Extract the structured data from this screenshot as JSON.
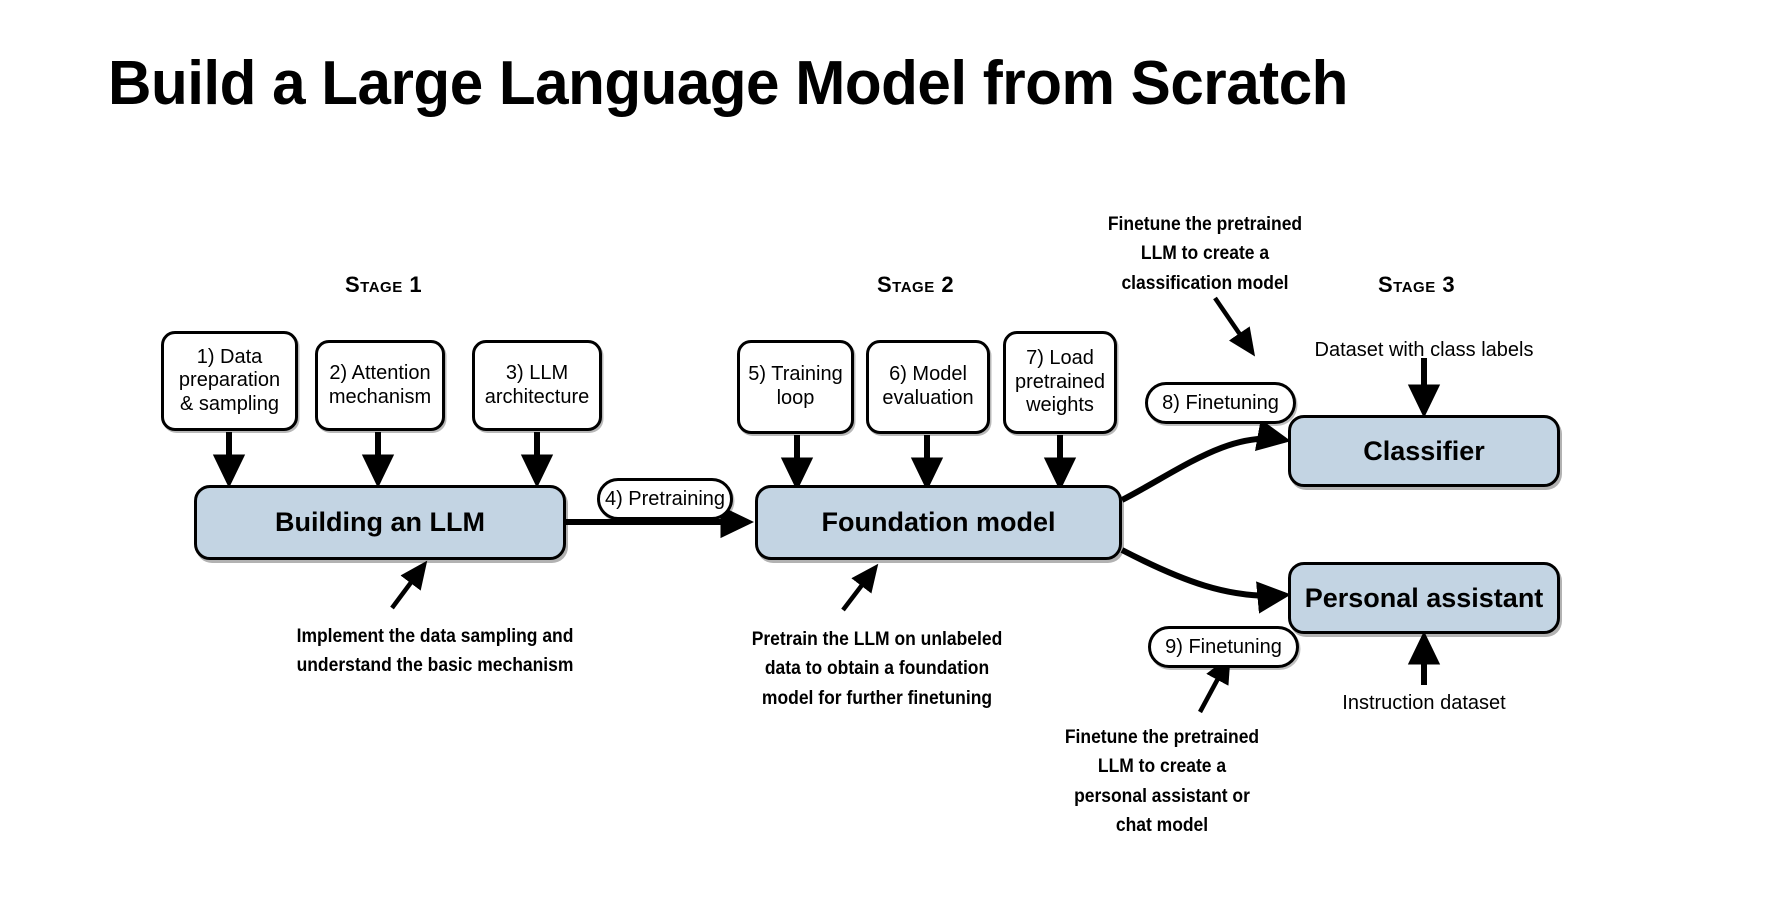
{
  "title": "Build a Large Language Model from Scratch",
  "stages": [
    {
      "key": "stage1",
      "label": "Stage 1"
    },
    {
      "key": "stage2",
      "label": "Stage 2"
    },
    {
      "key": "stage3",
      "label": "Stage 3"
    }
  ],
  "stage1": {
    "steps": [
      {
        "id": "step-1",
        "label": "1) Data preparation & sampling"
      },
      {
        "id": "step-2",
        "label": "2) Attention mechanism"
      },
      {
        "id": "step-3",
        "label": "3) LLM architecture"
      }
    ],
    "outcome": "Building an LLM",
    "note": "Implement the data sampling and understand the basic mechanism"
  },
  "stage2": {
    "steps": [
      {
        "id": "step-5",
        "label": "5) Training loop"
      },
      {
        "id": "step-6",
        "label": "6) Model evaluation"
      },
      {
        "id": "step-7",
        "label": "7) Load pretrained weights"
      }
    ],
    "transition": "4) Pretraining",
    "outcome": "Foundation model",
    "note": "Pretrain the LLM on unlabeled data to obtain a foundation model for further finetuning"
  },
  "stage3": {
    "classifier": {
      "pill": "8) Finetuning",
      "outcome": "Classifier",
      "input_caption": "Dataset with class labels",
      "note": "Finetune the pretrained LLM to create a classification model"
    },
    "assistant": {
      "pill": "9) Finetuning",
      "outcome": "Personal assistant",
      "input_caption": "Instruction dataset",
      "note": "Finetune the pretrained LLM to create a personal assistant or chat model"
    }
  },
  "colors": {
    "blue_box_fill": "#c3d4e3",
    "stroke": "#000000",
    "background": "#ffffff"
  }
}
